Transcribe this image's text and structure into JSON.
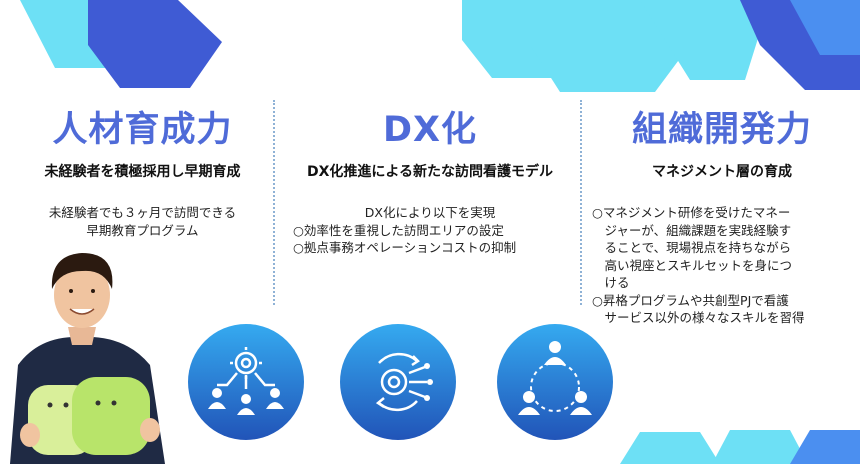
{
  "columns": [
    {
      "title": "人材育成力",
      "subtitle": "未経験者を積極採用し早期育成",
      "lines": [
        "未経験者でも３ヶ月で訪問できる",
        "早期教育プログラム"
      ]
    },
    {
      "title": "DX化",
      "subtitle": "DX化推進による新たな訪問看護モデル",
      "lines": [
        "DX化により以下を実現",
        "○効率性を重視した訪問エリアの設定",
        "○拠点事務オペレーションコストの抑制"
      ]
    },
    {
      "title": "組織開発力",
      "subtitle": "マネジメント層の育成",
      "lines": [
        "○マネジメント研修を受けたマネー",
        "　ジャーが、組織課題を実践経験す",
        "　ることで、現場視点を持ちながら",
        "　高い視座とスキルセットを身につ",
        "　ける",
        "○昇格プログラムや共創型PJで看護",
        "　サービス以外の様々なスキルを習得"
      ]
    }
  ],
  "icons": [
    "team-gear-icon",
    "dx-cycle-icon",
    "network-people-icon"
  ],
  "colors": {
    "accent": "#4f6bd8",
    "hex_light": "#6de0f5",
    "hex_mid": "#4b8ff0",
    "hex_dark": "#3f5bd4",
    "circle_top": "#35aaf0",
    "circle_bottom": "#2154b8"
  }
}
